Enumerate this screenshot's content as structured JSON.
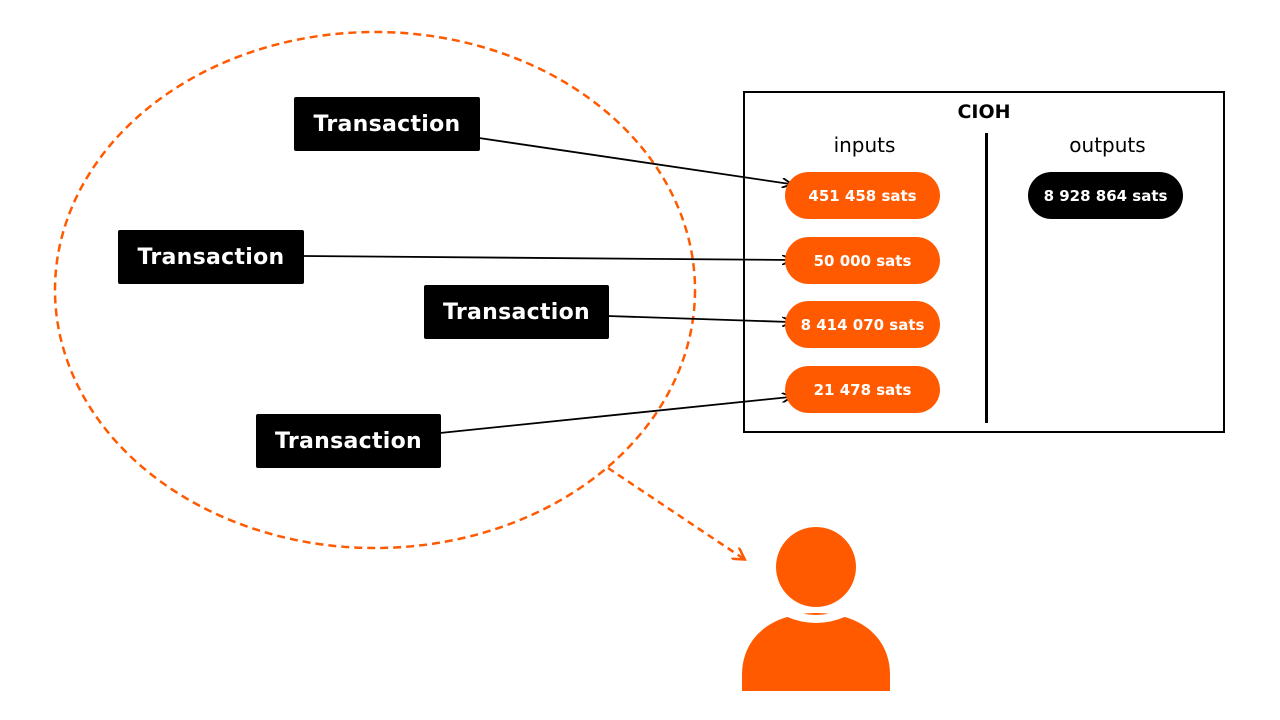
{
  "transactions": [
    {
      "label": "Transaction"
    },
    {
      "label": "Transaction"
    },
    {
      "label": "Transaction"
    },
    {
      "label": "Transaction"
    }
  ],
  "cioh": {
    "title": "CIOH",
    "inputs_label": "inputs",
    "outputs_label": "outputs",
    "inputs": [
      {
        "amount": "451 458 sats"
      },
      {
        "amount": "50 000 sats"
      },
      {
        "amount": "8 414 070 sats"
      },
      {
        "amount": "21 478 sats"
      }
    ],
    "outputs": [
      {
        "amount": "8 928 864 sats"
      }
    ]
  },
  "colors": {
    "accent": "#ff5a00",
    "dark": "#000000",
    "background": "#ffffff"
  },
  "icons": {
    "user": "user-icon"
  }
}
